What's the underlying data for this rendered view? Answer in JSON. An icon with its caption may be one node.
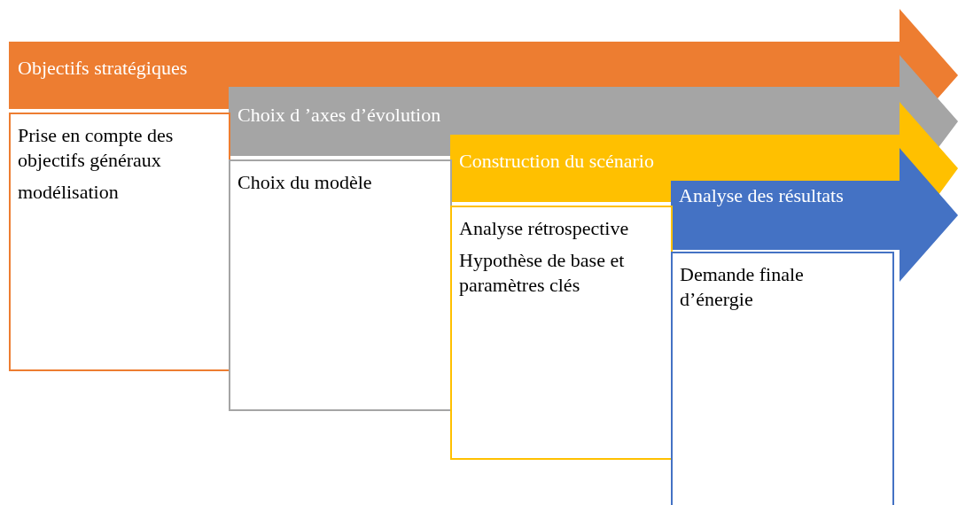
{
  "diagram": {
    "nodes": [
      {
        "text": [
          "Objectifs stratégiques"
        ]
      },
      {
        "text": [
          "Prise en compte des objectifs généraux",
          "modélisation"
        ]
      },
      {
        "text": [
          "Choix d ’axes d’évolution"
        ]
      },
      {
        "text": [
          "Choix du modèle"
        ]
      },
      {
        "text": [
          "Construction du scénario"
        ]
      },
      {
        "text": [
          "Analyse rétrospective",
          "Hypothèse de base et paramètres clés"
        ]
      },
      {
        "text": [
          "Analyse des résultats"
        ]
      },
      {
        "text": [
          "Demande finale d’énergie"
        ]
      }
    ]
  }
}
